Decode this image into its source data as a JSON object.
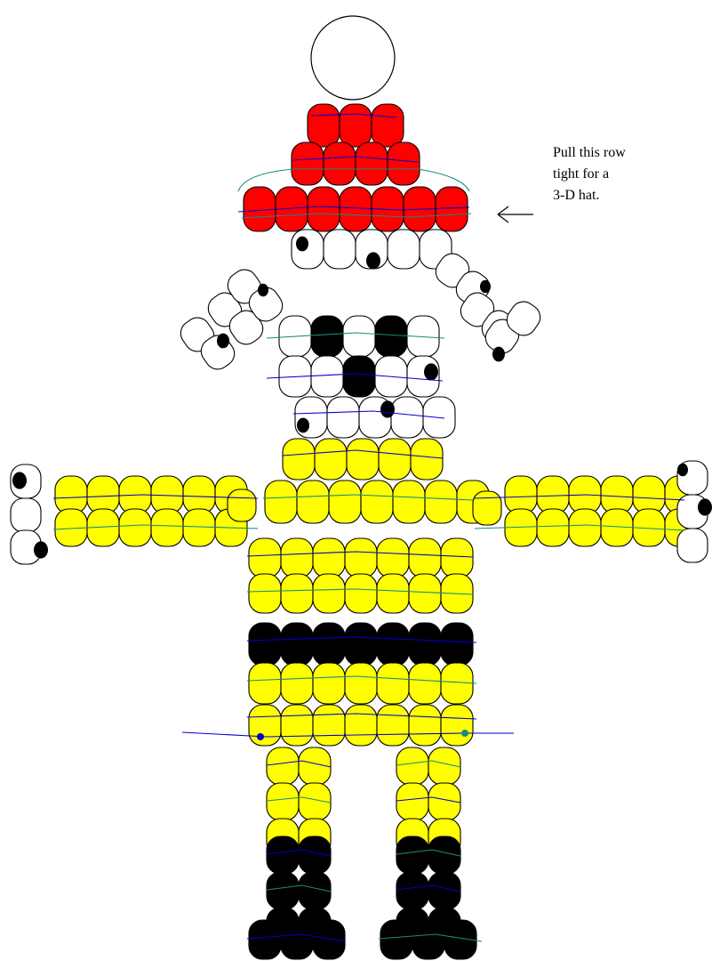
{
  "annotation": {
    "lines": [
      "Pull this row",
      "tight for a",
      "3-D hat."
    ]
  },
  "colors": {
    "red": "#ff0000",
    "yellow": "#ffff00",
    "black": "#000000",
    "white": "#ffffff",
    "thread_blue": "#0000cc",
    "thread_teal": "#1a8a80"
  },
  "pattern": {
    "hat_top_row": [
      "red",
      "red",
      "red"
    ],
    "hat_middle_row": [
      "red",
      "red",
      "red",
      "red"
    ],
    "hat_brim_row": [
      "red",
      "red",
      "red",
      "red",
      "red",
      "red",
      "red"
    ],
    "face_row": [
      "white",
      "white",
      "white",
      "white",
      "white"
    ],
    "chest_row_1": [
      "white",
      "black",
      "white",
      "black",
      "white"
    ],
    "chest_row_2": [
      "white",
      "white",
      "black",
      "white",
      "white"
    ],
    "chest_row_3": [
      "white",
      "white",
      "white",
      "white",
      "white"
    ],
    "yellow_body_rows": 3,
    "belt_row": [
      "black",
      "black",
      "black",
      "black",
      "black",
      "black",
      "black"
    ],
    "leg_yellow_rows": 3,
    "leg_black_rows": 3,
    "boot_row_beads": 3,
    "arm_yellow_beads_per_row": 6,
    "hand_white_beads": 3
  }
}
